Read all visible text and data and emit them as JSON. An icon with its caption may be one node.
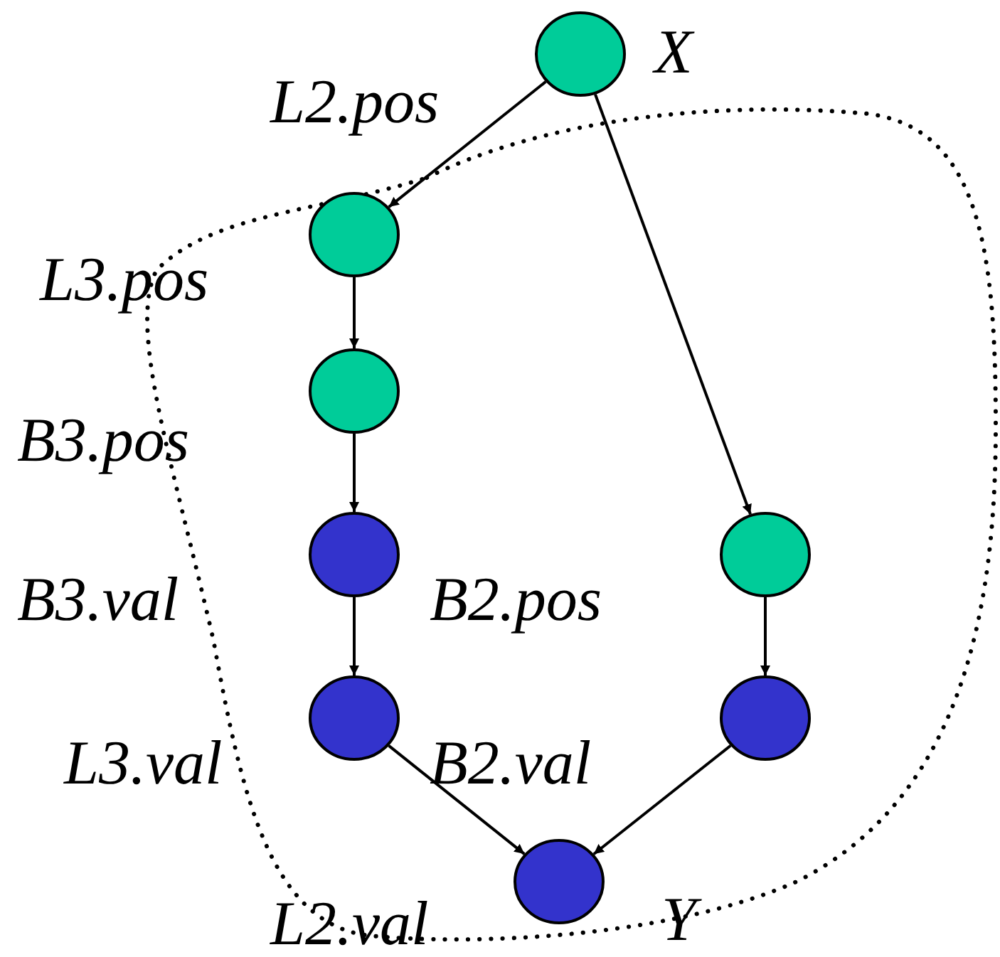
{
  "diagram": {
    "nodes": [
      {
        "text": [],
        "shape": "circle",
        "beside": [
          "X"
        ]
      },
      {
        "text": [],
        "shape": "circle"
      },
      {
        "text": [],
        "shape": "circle"
      },
      {
        "text": [],
        "shape": "circle"
      },
      {
        "text": [],
        "shape": "circle"
      },
      {
        "text": [],
        "shape": "circle"
      },
      {
        "text": [],
        "shape": "circle"
      },
      {
        "text": [],
        "shape": "circle",
        "beside": [
          "Y"
        ]
      }
    ],
    "edges": [
      {
        "from": 0,
        "to": 1,
        "arrow": "to"
      },
      {
        "from": 0,
        "to": 4,
        "arrow": "to"
      },
      {
        "from": 1,
        "to": 2,
        "arrow": "to"
      },
      {
        "from": 2,
        "to": 3,
        "arrow": "to"
      },
      {
        "from": 3,
        "to": 5,
        "arrow": "to"
      },
      {
        "from": 4,
        "to": 6,
        "arrow": "to"
      },
      {
        "from": 5,
        "to": 7,
        "arrow": "to"
      },
      {
        "from": 6,
        "to": 7,
        "arrow": "to"
      }
    ],
    "labels": [
      "L2.pos",
      "L3.pos",
      "B3.pos",
      "B3.val",
      "B2.pos",
      "L3.val",
      "B2.val",
      "L2.val"
    ]
  }
}
